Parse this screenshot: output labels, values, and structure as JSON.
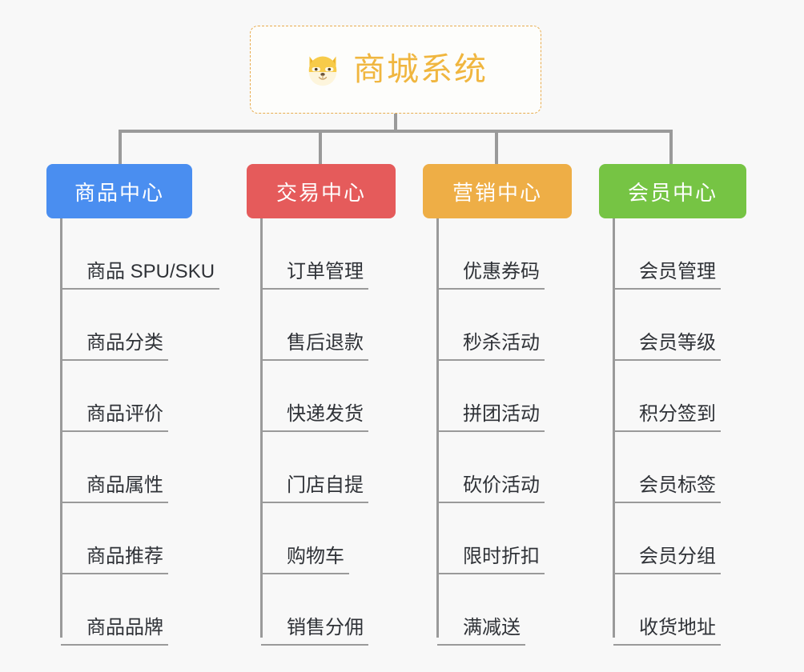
{
  "page": {
    "background_color": "#f8f8f8",
    "diagram_type": "organization-tree"
  },
  "root": {
    "title": "商城系统",
    "icon": "shiba-inu-dog-emoji",
    "border_color": "#e8ac4e",
    "text_color": "#f0b63f",
    "background_color": "#fdfdfb"
  },
  "connector": {
    "color": "#9a9a9a"
  },
  "branches": [
    {
      "id": "product-center",
      "label": "商品中心",
      "color": "#4a8ef0",
      "items": [
        "商品 SPU/SKU",
        "商品分类",
        "商品评价",
        "商品属性",
        "商品推荐",
        "商品品牌"
      ]
    },
    {
      "id": "trade-center",
      "label": "交易中心",
      "color": "#e55b5b",
      "items": [
        "订单管理",
        "售后退款",
        "快递发货",
        "门店自提",
        "购物车",
        "销售分佣"
      ]
    },
    {
      "id": "marketing-center",
      "label": "营销中心",
      "color": "#eeae46",
      "items": [
        "优惠券码",
        "秒杀活动",
        "拼团活动",
        "砍价活动",
        "限时折扣",
        "满减送"
      ]
    },
    {
      "id": "member-center",
      "label": "会员中心",
      "color": "#76c444",
      "items": [
        "会员管理",
        "会员等级",
        "积分签到",
        "会员标签",
        "会员分组",
        "收货地址"
      ]
    }
  ]
}
